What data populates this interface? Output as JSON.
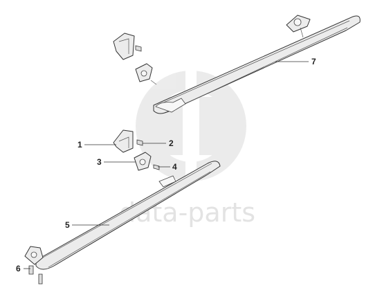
{
  "watermark": {
    "text": "data-parts"
  },
  "callouts": [
    {
      "label": "1",
      "part": "front-bracket"
    },
    {
      "label": "2",
      "part": "front-bracket-screw"
    },
    {
      "label": "3",
      "part": "clamp-plate"
    },
    {
      "label": "4",
      "part": "clamp-screw"
    },
    {
      "label": "5",
      "part": "left-roof-rail"
    },
    {
      "label": "6",
      "part": "end-cap-screw"
    },
    {
      "label": "7",
      "part": "right-roof-rail"
    }
  ]
}
